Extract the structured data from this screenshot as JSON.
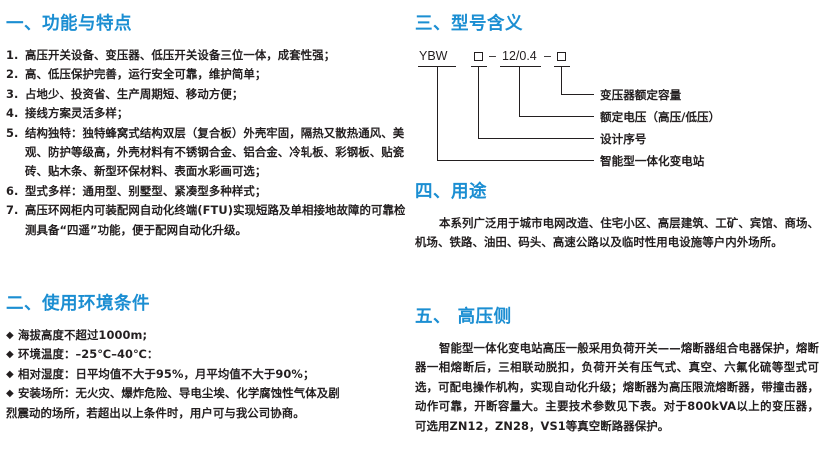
{
  "document": {
    "language": "zh-CN",
    "accent_color": "#1b8ed2",
    "text_color": "#231f20",
    "background_color": "#ffffff"
  },
  "left_column": {
    "section_features": {
      "heading": "一、功能与特点",
      "items": [
        {
          "num": "1.",
          "text": "高压开关设备、变压器、低压开关设备三位一体，成套性强；"
        },
        {
          "num": "2.",
          "text": "高、低压保护完善，运行安全可靠，维护简单；"
        },
        {
          "num": "3.",
          "text": "占地少、投资省、生产周期短、移动方便；"
        },
        {
          "num": "4.",
          "text": "接线方案灵活多样；"
        },
        {
          "num": "5.",
          "text": "结构独特：独特蜂窝式结构双层（复合板）外壳牢固，隔热又散热通风、美观、防护等级高，外壳材料有不锈钢合金、铝合金、冷轧板、彩钢板、贴瓷砖、贴木条、新型环保材料、表面水彩画可选；"
        },
        {
          "num": "6.",
          "text": "型式多样：通用型、别墅型、紧凑型多种样式；"
        },
        {
          "num": "7.",
          "text": "高压环网柜内可装配网自动化终端(FTU)实现短路及单相接地故障的可靠检测具备“四遥”功能，便于配网自动化升级。"
        }
      ]
    },
    "section_environment": {
      "heading": "二、使用环境条件",
      "bullet_glyph": "◆",
      "items": [
        {
          "text": "海拔高度不超过1000m;"
        },
        {
          "text": "环境温度：–25℃–40℃："
        },
        {
          "text": "相对湿度：日平均值不大于95%，月平均值不大于90%；"
        },
        {
          "text": "安装场所：无火灾、爆炸危险、导电尘埃、化学腐蚀性气体及剧"
        }
      ],
      "last_line": "烈震动的场所，若超出以上条件时，用户可与我公司协商。"
    }
  },
  "right_column": {
    "section_model": {
      "heading": "三、型号含义",
      "code": {
        "prefix": "YBW",
        "box1": "□",
        "dash1": "–",
        "voltage": "12/0.4",
        "dash2": "–",
        "box2": "□"
      },
      "callouts": [
        {
          "label": "变压器额定容量"
        },
        {
          "label": "额定电压（高压/低压）"
        },
        {
          "label": "设计序号"
        },
        {
          "label": "智能型一体化变电站"
        }
      ]
    },
    "section_usage": {
      "heading": "四、用途",
      "paragraph": "本系列广泛用于城市电网改造、住宅小区、高层建筑、工矿、宾馆、商场、机场、铁路、油田、码头、高速公路以及临时性用电设施等户内外场所。"
    },
    "section_hv": {
      "heading": "五、 高压侧",
      "paragraph": "智能型一体化变电站高压一般采用负荷开关——熔断器组合电器保护，熔断器一相熔断后，三相联动脱扣，负荷开关有压气式、真空、六氟化硫等型式可选，可配电操作机构，实现自动化升级；熔断器为高压限流熔断器，带撞击器，动作可靠，开断容量大。主要技术参数见下表。对于800kVA以上的变压器，可选用ZN12，ZN28，VS1等真空断路器保护。"
    }
  }
}
